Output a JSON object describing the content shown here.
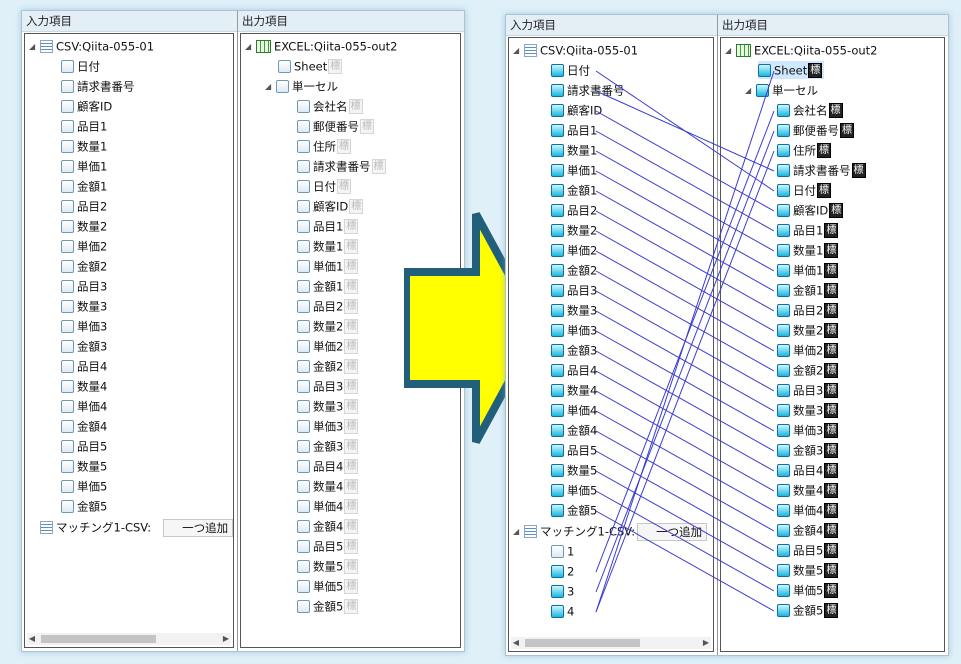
{
  "headers": {
    "input": "入力項目",
    "output": "出力項目"
  },
  "input_tree": {
    "root": "CSV:Qiita-055-01",
    "fields": [
      "日付",
      "請求書番号",
      "顧客ID",
      "品目1",
      "数量1",
      "単価1",
      "金額1",
      "品目2",
      "数量2",
      "単価2",
      "金額2",
      "品目3",
      "数量3",
      "単価3",
      "金額3",
      "品目4",
      "数量4",
      "単価4",
      "金額4",
      "品目5",
      "数量5",
      "単価5",
      "金額5"
    ],
    "matching_label_left": "マッチング1-CSV:",
    "matching_label_right": "マッチング1-CSV:",
    "add_button_left": "一つ追加",
    "add_button_right": "一つ追加",
    "matching_fields": [
      "1",
      "2",
      "3",
      "4"
    ]
  },
  "output_tree": {
    "root": "EXCEL:Qiita-055-out2",
    "sheet": "Sheet",
    "single_cell": "単一セル",
    "tag": "標",
    "cells_left": [
      "会社名",
      "郵便番号",
      "住所",
      "請求書番号",
      "日付",
      "顧客ID",
      "品目1",
      "数量1",
      "単価1",
      "金額1",
      "品目2",
      "数量2",
      "単価2",
      "金額2",
      "品目3",
      "数量3",
      "単価3",
      "金額3",
      "品目4",
      "数量4",
      "単価4",
      "金額4",
      "品目5",
      "数量5",
      "単価5",
      "金額5"
    ],
    "cells_right": [
      "会社名",
      "郵便番号",
      "住所",
      "請求書番号",
      "日付",
      "顧客ID",
      "品目1",
      "数量1",
      "単価1",
      "金額1",
      "品目2",
      "数量2",
      "単価2",
      "金額2",
      "品目3",
      "数量3",
      "単価3",
      "金額3",
      "品目4",
      "数量4",
      "単価4",
      "金額4",
      "品目5",
      "数量5",
      "単価5",
      "金額5"
    ]
  },
  "colors": {
    "arrow_fill": "#ffff00",
    "arrow_stroke": "#215f7b",
    "link_line": "#3b3bd1",
    "active_node": "#1cb7dc"
  },
  "icons": {
    "csv": "csv-file-icon",
    "excel": "excel-file-icon",
    "node": "field-node-icon",
    "expander": "tree-expander-icon"
  }
}
